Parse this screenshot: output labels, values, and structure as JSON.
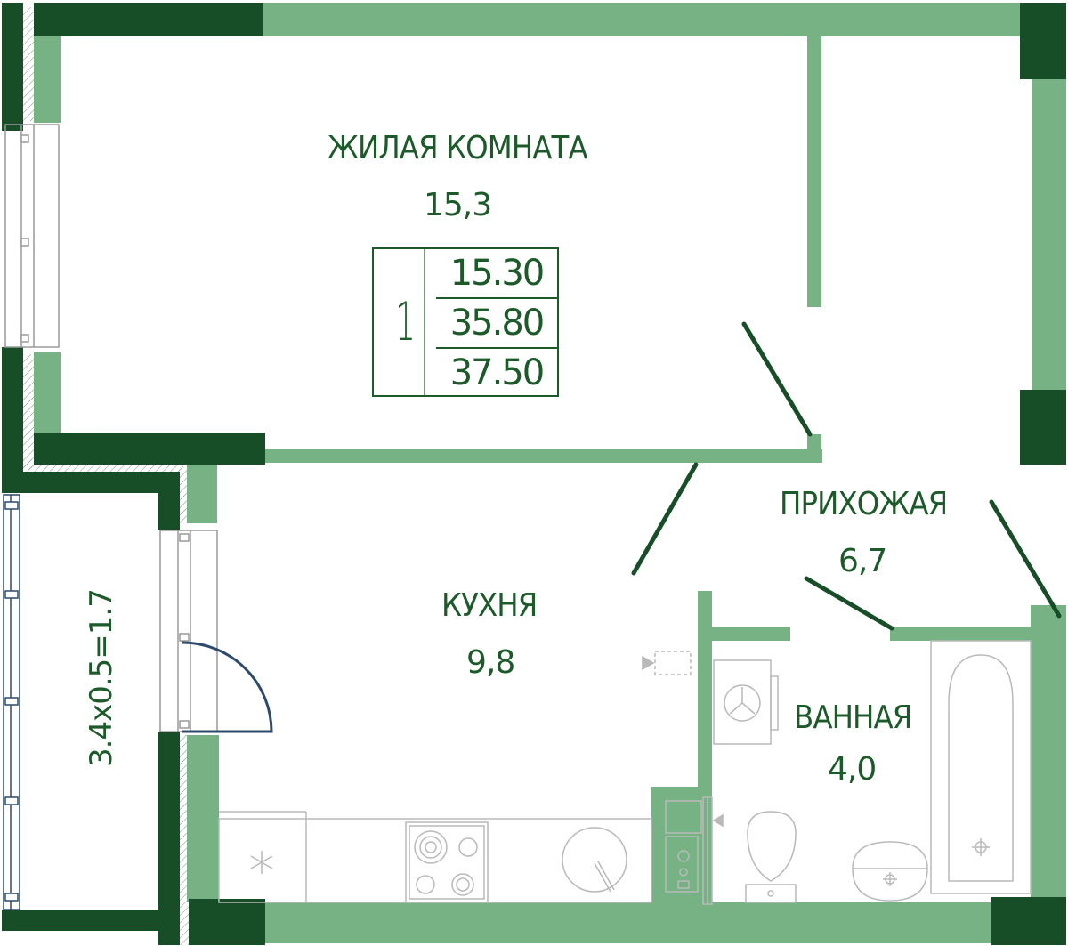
{
  "colors": {
    "wall_light": "#77b285",
    "wall_dark": "#184e27",
    "text": "#1d5a2a",
    "fixture": "#b9b9b9",
    "door_blue": "#2c4a6e"
  },
  "rooms": {
    "living": {
      "name": "ЖИЛАЯ КОМНАТА",
      "area": "15,3"
    },
    "hall": {
      "name": "ПРИХОЖАЯ",
      "area": "6,7"
    },
    "kitchen": {
      "name": "КУХНЯ",
      "area": "9,8"
    },
    "bath": {
      "name": "ВАННАЯ",
      "area": "4,0"
    }
  },
  "balcony": {
    "label": "3.4x0.5=1.7"
  },
  "summary": {
    "rooms_count": "1",
    "living_area": "15.30",
    "total_area": "35.80",
    "total_with_balcony": "37.50"
  },
  "icons": {
    "fridge": "snowflake-icon",
    "stove": "hob-icon",
    "sink": "sink-icon",
    "boiler": "boiler-icon",
    "washer": "washing-machine-icon",
    "toilet": "toilet-icon",
    "bathtub": "bathtub-icon"
  }
}
